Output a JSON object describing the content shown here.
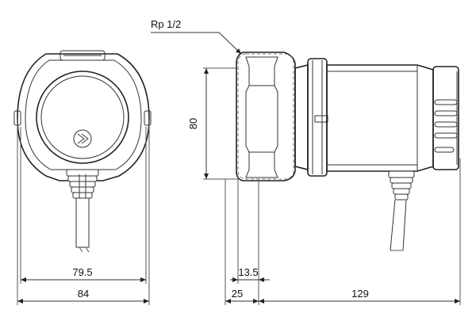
{
  "labels": {
    "connection": "Rp 1/2",
    "height": "80",
    "front_inner_width": "79.5",
    "front_outer_width": "84",
    "port_offset": "13.5",
    "port_depth": "25",
    "body_length": "129"
  },
  "icons": {
    "direction_arrow": "chevron-right-in-circle-icon"
  },
  "colors": {
    "line": "#333333",
    "background": "#ffffff"
  }
}
